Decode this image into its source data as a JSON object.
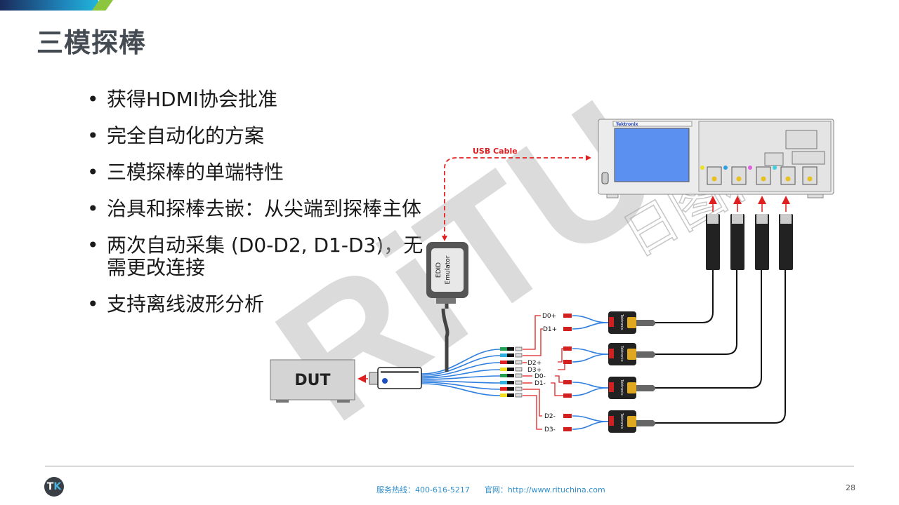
{
  "header": {
    "title": "三模探棒"
  },
  "bullets": [
    "获得HDMI协会批准",
    "完全自动化的方案",
    "三模探棒的单端特性",
    "治具和探棒去嵌：从尖端到探棒主体",
    "两次自动采集 (D0-D2, D1-D3)，无需更改连接",
    "支持离线波形分析"
  ],
  "diagram": {
    "usb_cable_label": "USB Cable",
    "edid_label_1": "EDID",
    "edid_label_2": "Emulator",
    "dut_label": "DUT",
    "scope_brand": "Tektronix",
    "probe_brand": "Tektronix",
    "signals": [
      "D0+",
      "D1+",
      "D2+",
      "D3+",
      "D0-",
      "D1-",
      "D2-",
      "D3-"
    ],
    "watermark": "RiTU",
    "watermark_cn": "日图科技",
    "colors": {
      "accent_red": "#e02020",
      "cable_blue": "#2f7fe0",
      "footer_blue": "#2f8fcb"
    }
  },
  "footer": {
    "hotline": "服务热线：400-616-5217",
    "website": "官网：http://www.rituchina.com",
    "page_number": "28",
    "logo_text": "TK"
  }
}
